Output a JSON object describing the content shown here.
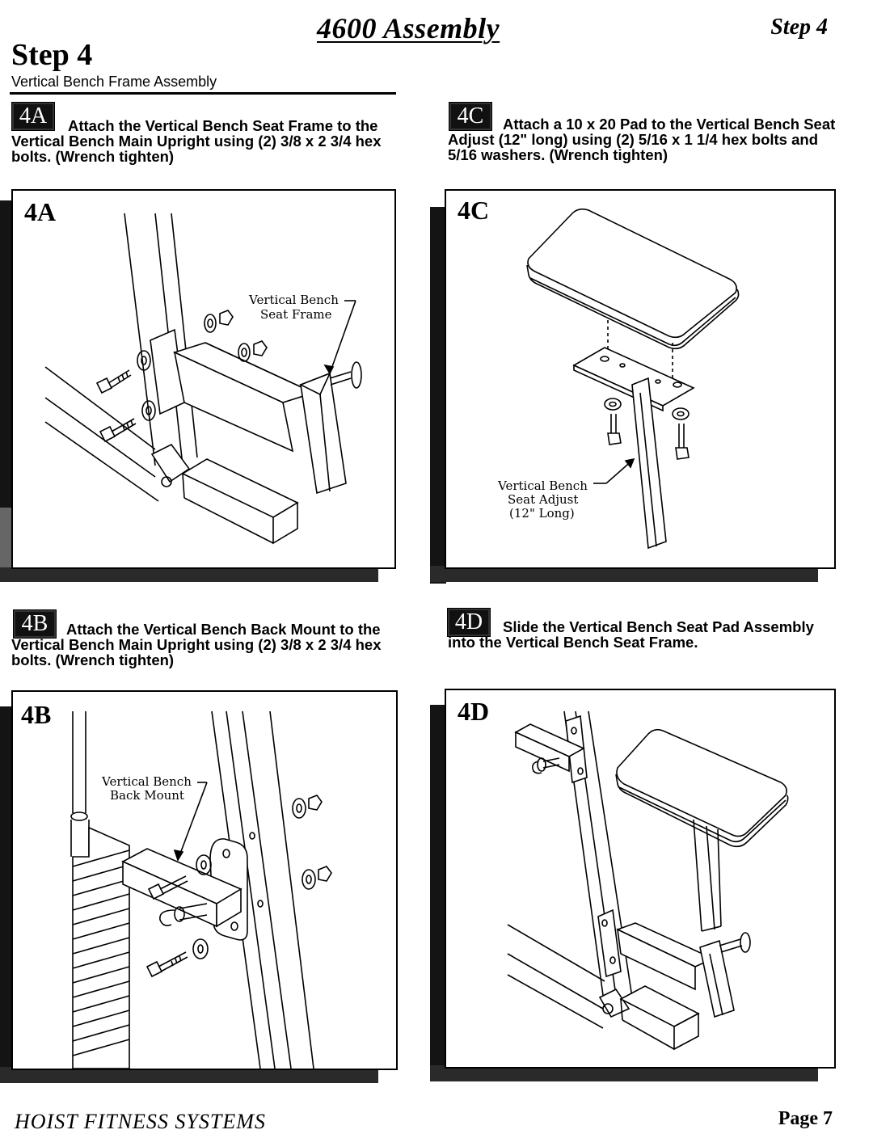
{
  "header": {
    "title": "4600 Assembly",
    "step_corner": "Step 4",
    "step_heading": "Step 4",
    "step_subtitle": "Vertical Bench Frame Assembly"
  },
  "steps": {
    "a": {
      "badge": "4A",
      "instruction": "Attach the Vertical Bench Seat Frame to the Vertical Bench Main Upright using (2) 3/8 x 2 3/4 hex bolts. (Wrench tighten)",
      "panel_label": "4A",
      "callout": [
        "Vertical Bench",
        "Seat Frame"
      ]
    },
    "b": {
      "badge": "4B",
      "instruction": "Attach the Vertical Bench Back Mount to the Vertical Bench Main Upright using (2) 3/8 x 2 3/4 hex bolts. (Wrench tighten)",
      "panel_label": "4B",
      "callout": [
        "Vertical Bench",
        "Back Mount"
      ]
    },
    "c": {
      "badge": "4C",
      "instruction": "Attach a 10 x 20 Pad to the Vertical Bench Seat Adjust (12\" long) using (2) 5/16 x 1 1/4 hex bolts and 5/16 washers. (Wrench tighten)",
      "panel_label": "4C",
      "callout": [
        "Vertical Bench",
        "Seat Adjust",
        "(12\" Long)"
      ]
    },
    "d": {
      "badge": "4D",
      "instruction": "Slide the Vertical Bench Seat Pad Assembly into the Vertical Bench Seat Frame.",
      "panel_label": "4D"
    }
  },
  "footer": {
    "company": "HOIST FITNESS SYSTEMS",
    "page": "Page 7"
  }
}
